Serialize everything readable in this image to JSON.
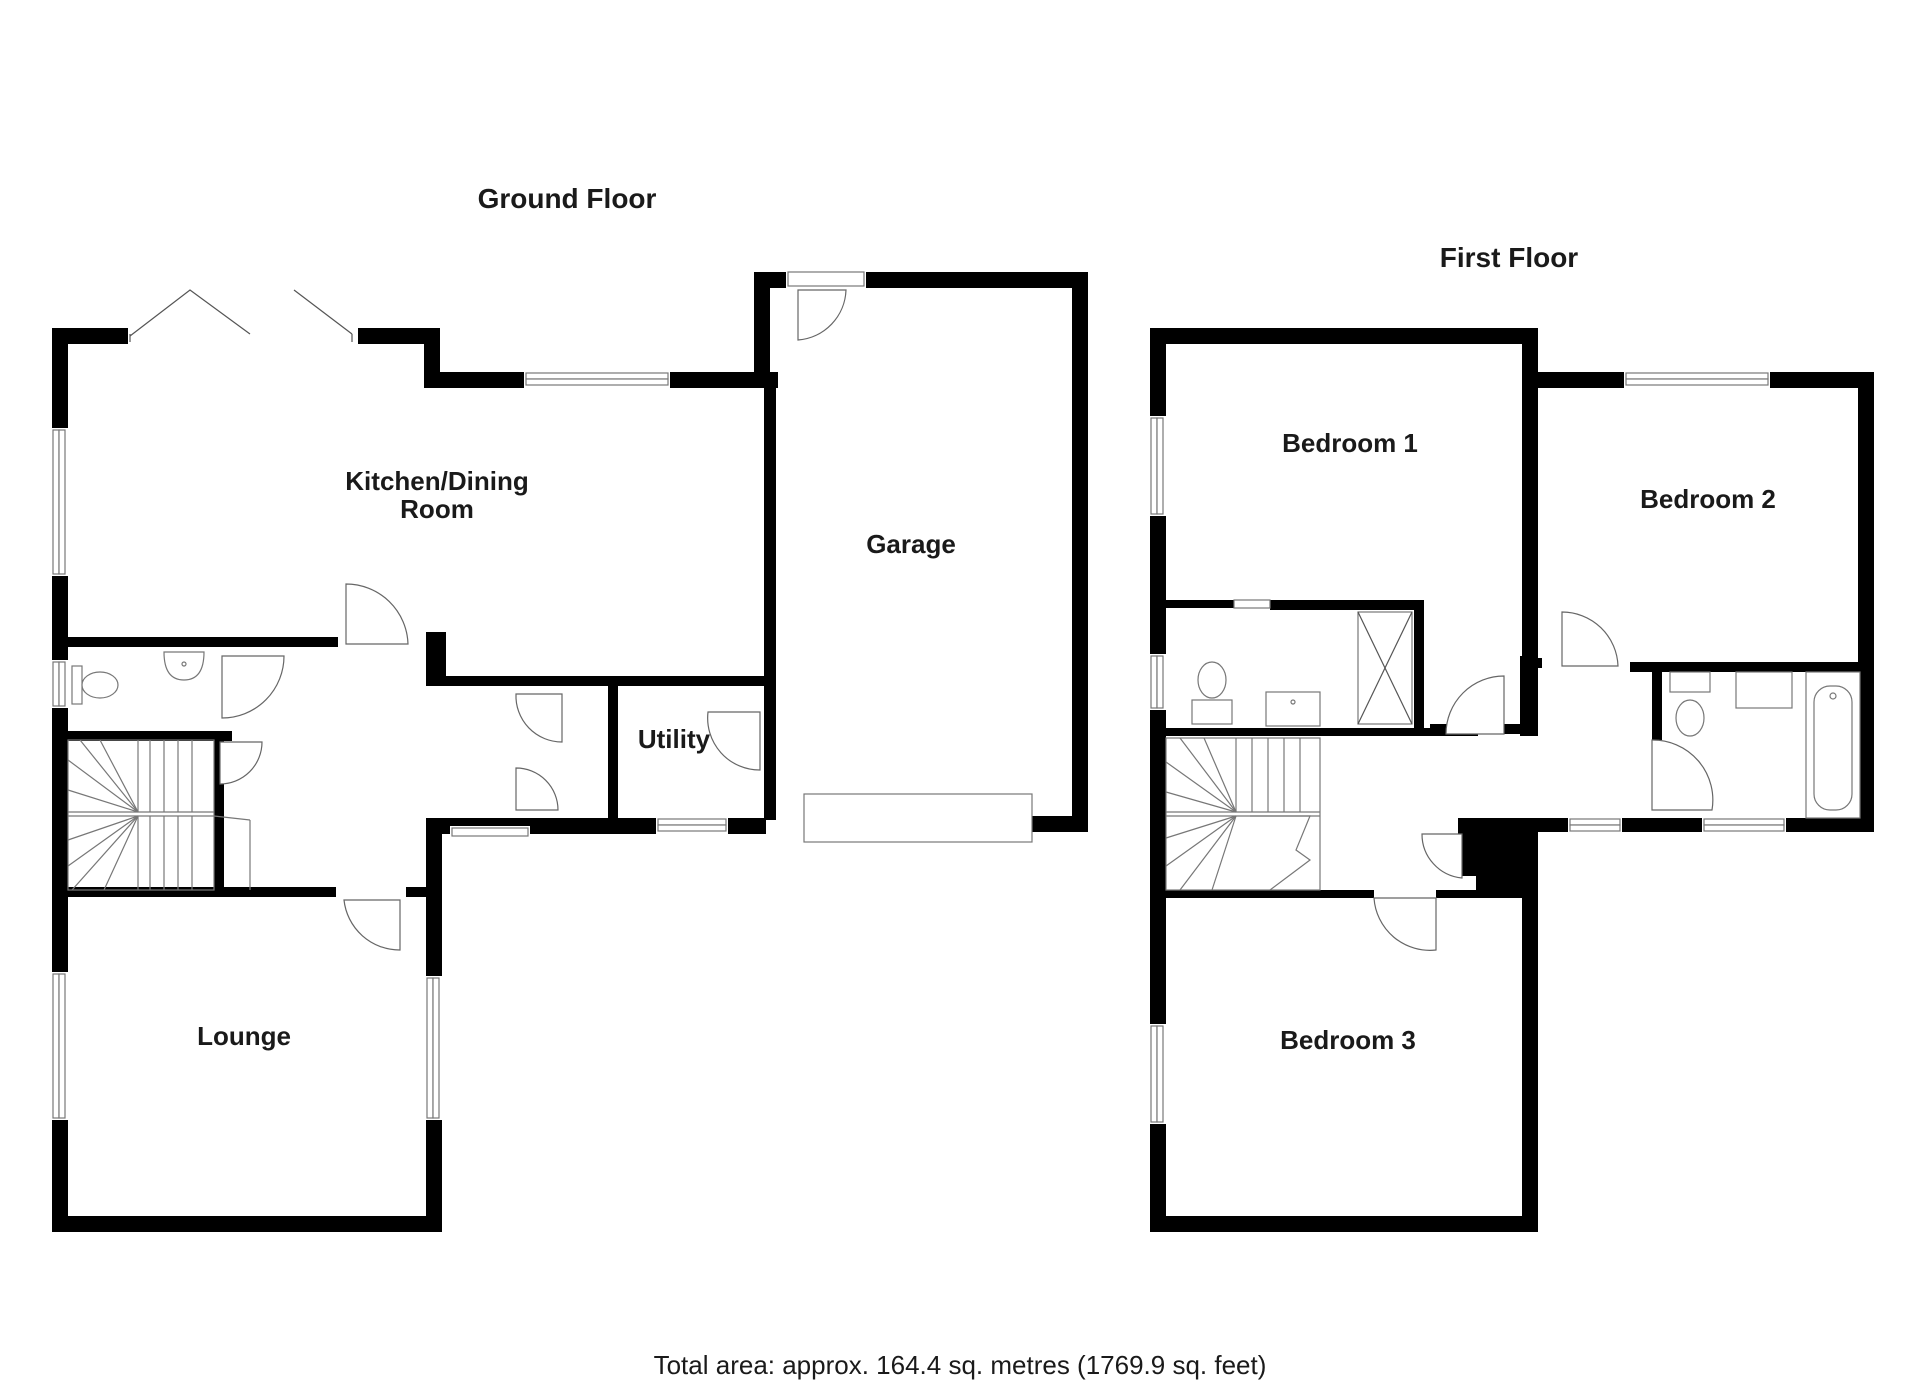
{
  "floors": {
    "ground": {
      "title": "Ground Floor",
      "rooms": {
        "kitchen_dining_1": "Kitchen/Dining",
        "kitchen_dining_2": "Room",
        "garage": "Garage",
        "utility": "Utility",
        "lounge": "Lounge"
      }
    },
    "first": {
      "title": "First Floor",
      "rooms": {
        "bedroom_1": "Bedroom 1",
        "bedroom_2": "Bedroom 2",
        "bedroom_3": "Bedroom 3"
      }
    }
  },
  "footer": {
    "total_area": "Total area: approx. 164.4 sq. metres (1769.9 sq. feet)"
  }
}
